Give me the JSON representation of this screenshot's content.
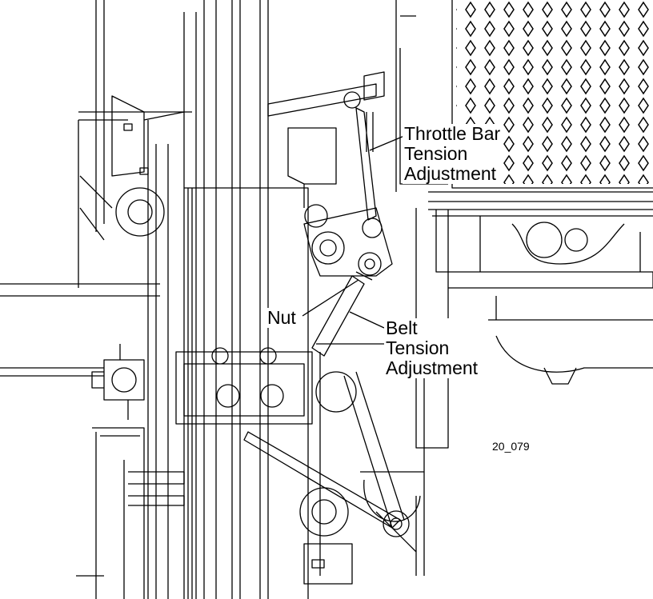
{
  "labels": {
    "throttle": {
      "line1": "Throttle Bar",
      "line2": "Tension",
      "line3": "Adjustment"
    },
    "nut": "Nut",
    "belt": {
      "line1": "Belt",
      "line2": "Tension",
      "line3": "Adjustment"
    },
    "figure_number": "20_079"
  },
  "colors": {
    "line": "#000000",
    "background": "#ffffff"
  }
}
